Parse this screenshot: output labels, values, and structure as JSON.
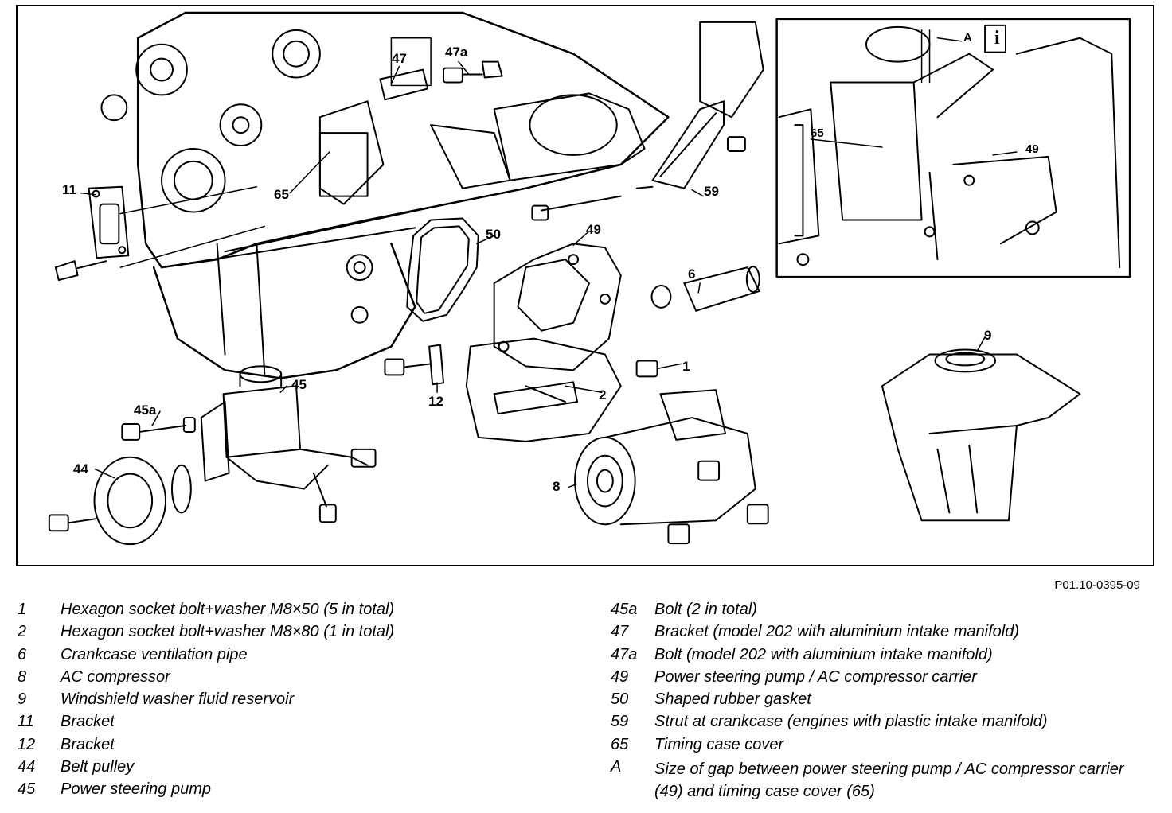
{
  "figure": {
    "code": "P01.10-0395-09",
    "callouts": {
      "c11": "11",
      "c65": "65",
      "c47": "47",
      "c47a": "47a",
      "c50": "50",
      "c49": "49",
      "c59": "59",
      "c6": "6",
      "c1": "1",
      "c2": "2",
      "c12": "12",
      "c45": "45",
      "c45a": "45a",
      "c44": "44",
      "c8": "8",
      "c9": "9",
      "inset_a": "A",
      "inset_info": "i",
      "inset_65": "65",
      "inset_49": "49"
    }
  },
  "legend": {
    "left": [
      {
        "num": "1",
        "text": "Hexagon socket bolt+washer M8×50 (5 in total)"
      },
      {
        "num": "2",
        "text": "Hexagon socket bolt+washer M8×80 (1 in total)"
      },
      {
        "num": "6",
        "text": "Crankcase ventilation pipe"
      },
      {
        "num": "8",
        "text": "AC compressor"
      },
      {
        "num": "9",
        "text": "Windshield washer fluid reservoir"
      },
      {
        "num": "11",
        "text": "Bracket"
      },
      {
        "num": "12",
        "text": "Bracket"
      },
      {
        "num": "44",
        "text": "Belt pulley"
      },
      {
        "num": "45",
        "text": "Power steering pump"
      }
    ],
    "right": [
      {
        "num": "45a",
        "text": "Bolt (2 in total)"
      },
      {
        "num": "47",
        "text": "Bracket (model 202 with aluminium intake manifold)"
      },
      {
        "num": "47a",
        "text": "Bolt (model 202 with aluminium intake manifold)"
      },
      {
        "num": "49",
        "text": "Power steering pump / AC compressor carrier"
      },
      {
        "num": "50",
        "text": "Shaped rubber gasket"
      },
      {
        "num": "59",
        "text": "Strut at crankcase (engines with plastic intake manifold)"
      },
      {
        "num": "65",
        "text": "Timing case cover"
      },
      {
        "num": "A",
        "text": "Size of gap between power steering pump / AC compressor carrier (49) and timing case cover (65)"
      }
    ]
  }
}
